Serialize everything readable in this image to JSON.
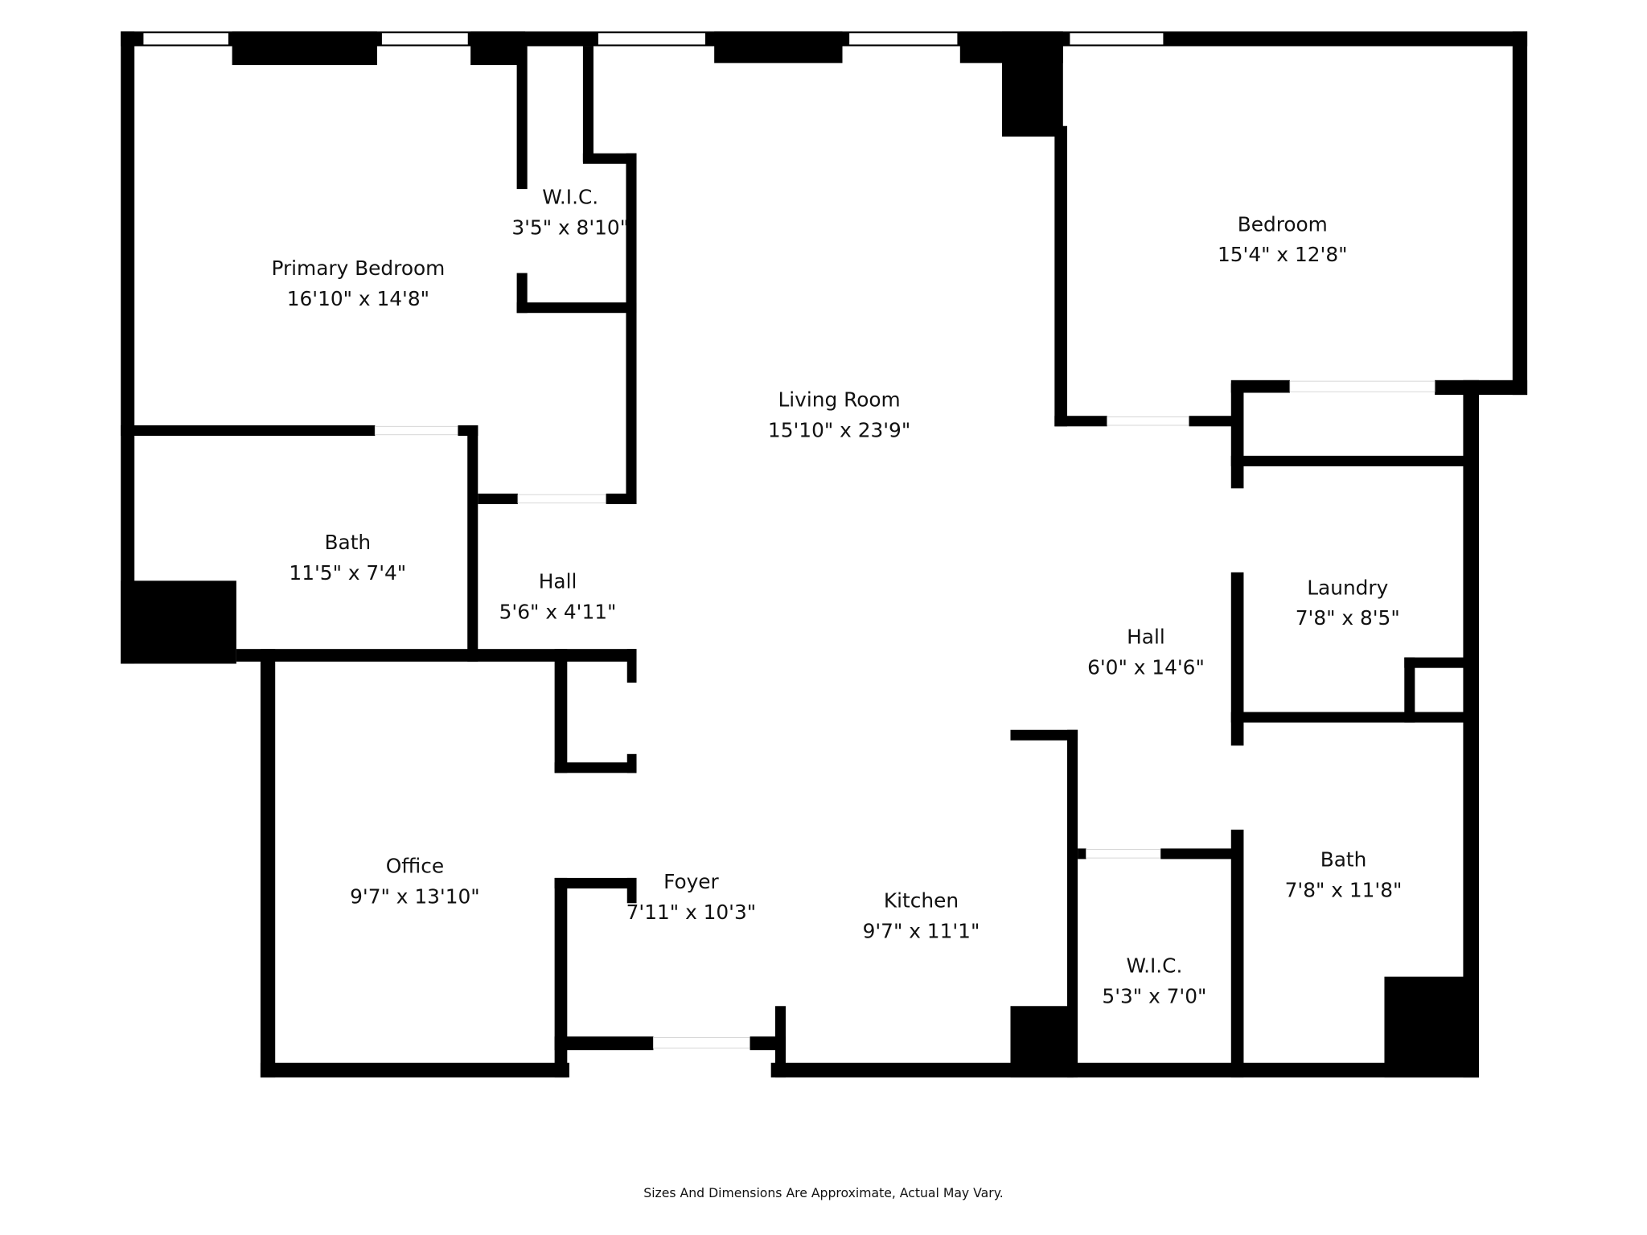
{
  "rooms": {
    "primary_bedroom": {
      "name": "Primary Bedroom",
      "dims": "16'10\" x 14'8\""
    },
    "wic_primary": {
      "name": "W.I.C.",
      "dims": "3'5\" x 8'10\""
    },
    "living_room": {
      "name": "Living Room",
      "dims": "15'10\" x 23'9\""
    },
    "bedroom": {
      "name": "Bedroom",
      "dims": "15'4\" x 12'8\""
    },
    "bath_primary": {
      "name": "Bath",
      "dims": "11'5\" x 7'4\""
    },
    "hall_left": {
      "name": "Hall",
      "dims": "5'6\" x 4'11\""
    },
    "laundry": {
      "name": "Laundry",
      "dims": "7'8\" x 8'5\""
    },
    "hall_right": {
      "name": "Hall",
      "dims": "6'0\" x 14'6\""
    },
    "office": {
      "name": "Office",
      "dims": "9'7\" x 13'10\""
    },
    "foyer": {
      "name": "Foyer",
      "dims": "7'11\" x 10'3\""
    },
    "kitchen": {
      "name": "Kitchen",
      "dims": "9'7\" x 11'1\""
    },
    "wic_right": {
      "name": "W.I.C.",
      "dims": "5'3\" x 7'0\""
    },
    "bath_right": {
      "name": "Bath",
      "dims": "7'8\" x 11'8\""
    }
  },
  "footer": {
    "disclaimer": "Sizes And Dimensions Are Approximate, Actual May Vary."
  }
}
